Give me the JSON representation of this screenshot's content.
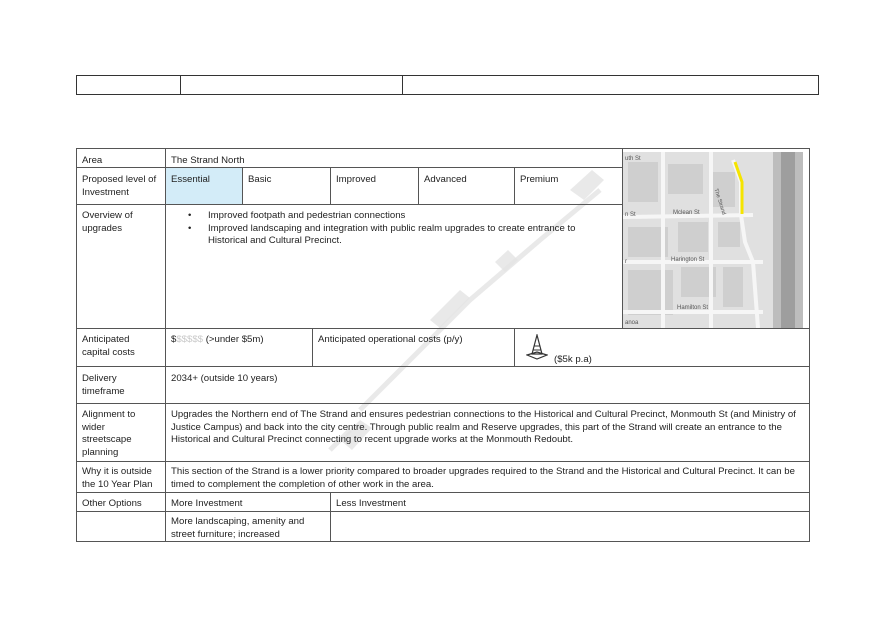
{
  "table": {
    "area_label": "Area",
    "area_value": "The Strand North",
    "level_label": "Proposed level of Investment",
    "levels": [
      "Essential",
      "Basic",
      "Improved",
      "Advanced",
      "Premium"
    ],
    "overview_label": "Overview of upgrades",
    "overview_items": [
      "Improved footpath and pedestrian connections",
      "Improved landscaping and integration with public realm upgrades to create entrance to Historical and Cultural Precinct."
    ],
    "capital_label": "Anticipated capital costs",
    "capital_symbol": "$",
    "capital_grey": "$$$$$",
    "capital_text": "(>under $5m)",
    "operational_label": "Anticipated operational costs (p/y)",
    "operational_value": "($5k p.a)",
    "delivery_label": "Delivery timeframe",
    "delivery_value": "2034+ (outside 10 years)",
    "alignment_label": "Alignment to wider streetscape planning",
    "alignment_value": "Upgrades the Northern end of The Strand and ensures pedestrian connections to the Historical and Cultural Precinct, Monmouth St (and Ministry of Justice Campus) and back into the city centre. Through public realm and Reserve upgrades, this part of the Strand will create an entrance to the Historical and Cultural Precinct connecting to recent upgrade works at the Monmouth Redoubt.",
    "why_label": "Why it is outside the 10 Year Plan",
    "why_value": "This section of the Strand is a lower priority compared to broader upgrades required to the Strand and the Historical and Cultural Precinct. It can be timed to complement the completion of other work in the area.",
    "options_label": "Other Options",
    "more_label": "More Investment",
    "less_label": "Less Investment",
    "more_value": "More landscaping, amenity and street furniture; increased"
  },
  "map": {
    "streets": [
      "Mclean St",
      "Harington St",
      "Hamilton St",
      "The Strand"
    ],
    "fragments": [
      "uth St",
      "n St",
      "r",
      "anoa"
    ],
    "highlight_color": "#f5e400"
  },
  "icons": {
    "operational_icon": "traffic-cone-icon"
  }
}
